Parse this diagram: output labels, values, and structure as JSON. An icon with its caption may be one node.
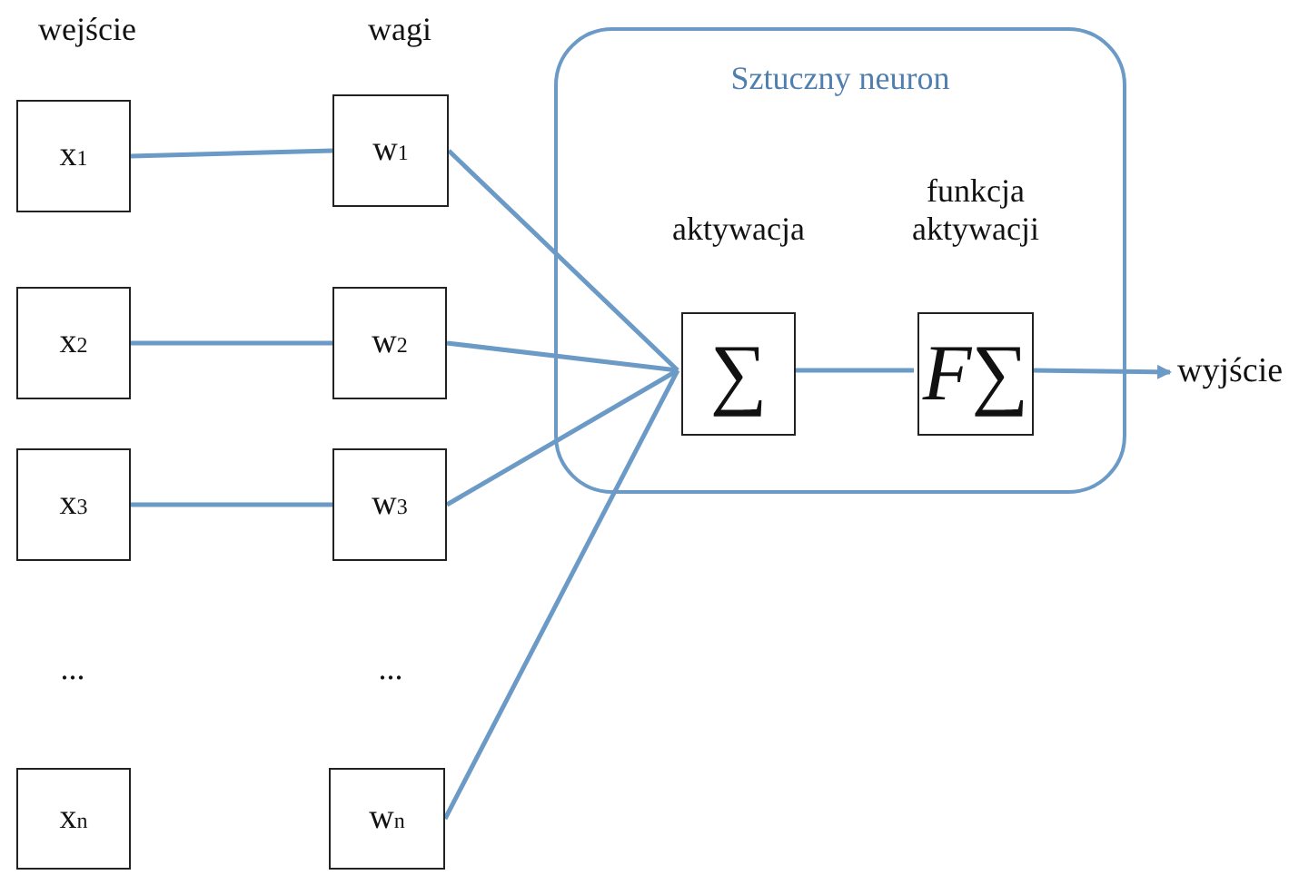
{
  "diagram": {
    "nodes": [
      {
        "text": [
          "x$_{1}$"
        ]
      },
      {
        "text": [
          "x$_{2}$"
        ]
      },
      {
        "text": [
          "x$_{3}$"
        ]
      },
      {
        "text": [
          "x$_{n}$"
        ]
      },
      {
        "text": [
          "w$_{1}$"
        ]
      },
      {
        "text": [
          "w$_{2}$"
        ]
      },
      {
        "text": [
          "w$_{3}$"
        ]
      },
      {
        "text": [
          "w$_{n}$"
        ]
      },
      {
        "text": [
          "Sztuczny neuron"
        ]
      },
      {
        "text": [
          "aktywacja",
          "∑"
        ],
        "in": 8
      },
      {
        "text": [
          "funkcja aktywacji",
          "*F*∑"
        ],
        "in": 8
      },
      {
        "text": [
          "wyjście"
        ]
      }
    ],
    "edges": [
      {
        "from": 0,
        "to": 4,
        "arrow": "none"
      },
      {
        "from": 1,
        "to": 5,
        "arrow": "none"
      },
      {
        "from": 2,
        "to": 6,
        "arrow": "none"
      },
      {
        "from": 4,
        "to": 9,
        "arrow": "none"
      },
      {
        "from": 5,
        "to": 9,
        "arrow": "none"
      },
      {
        "from": 6,
        "to": 9,
        "arrow": "none"
      },
      {
        "from": 7,
        "to": 9,
        "arrow": "none"
      },
      {
        "from": 9,
        "to": 10,
        "arrow": "none"
      },
      {
        "from": 10,
        "to": 11,
        "arrow": "to"
      }
    ],
    "labels": [
      "wejście",
      "wagi",
      "...",
      "..."
    ]
  }
}
